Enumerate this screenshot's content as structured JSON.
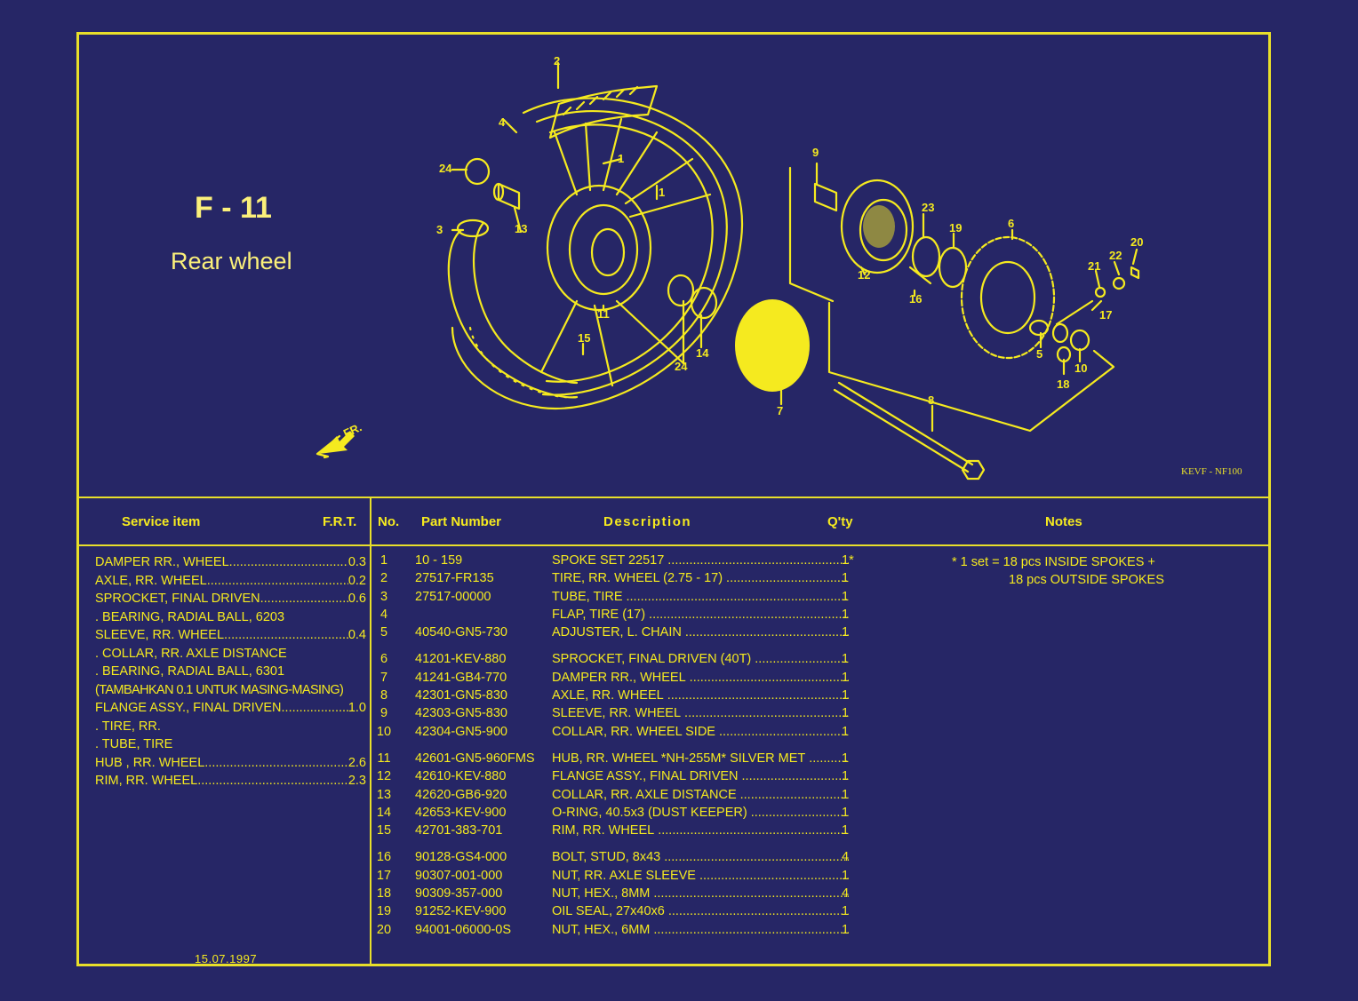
{
  "page": {
    "code": "F - 11",
    "name": "Rear wheel",
    "diagram_code": "KEVF - NF100",
    "front_label": "FR.",
    "date": "15.07.1997"
  },
  "headers": {
    "service_item": "Service item",
    "frt": "F.R.T.",
    "no": "No.",
    "part_number": "Part Number",
    "description": "Description",
    "qty": "Q'ty",
    "notes": "Notes"
  },
  "service_items": [
    {
      "label": "DAMPER RR., WHEEL",
      "frt": "0.3"
    },
    {
      "label": "AXLE, RR. WHEEL",
      "frt": "0.2"
    },
    {
      "label": "SPROCKET, FINAL DRIVEN",
      "frt": "0.6"
    },
    {
      "label": ". BEARING, RADIAL BALL, 6203",
      "frt": ""
    },
    {
      "label": "SLEEVE, RR. WHEEL",
      "frt": "0.4"
    },
    {
      "label": ". COLLAR, RR. AXLE DISTANCE",
      "frt": ""
    },
    {
      "label": ". BEARING, RADIAL BALL, 6301",
      "frt": ""
    },
    {
      "label": "(TAMBAHKAN 0.1 UNTUK MASING-MASING)",
      "frt": ""
    },
    {
      "label": "FLANGE ASSY., FINAL DRIVEN",
      "frt": "1.0"
    },
    {
      "label": ". TIRE, RR.",
      "frt": ""
    },
    {
      "label": ". TUBE, TIRE",
      "frt": ""
    },
    {
      "label": "HUB , RR. WHEEL",
      "frt": "2.6"
    },
    {
      "label": "RIM, RR. WHEEL",
      "frt": "2.3"
    }
  ],
  "parts_groups": [
    [
      {
        "no": "1",
        "part": "10 - 159",
        "desc": "SPOKE SET 22517",
        "qty": "1*"
      },
      {
        "no": "2",
        "part": "27517-FR135",
        "desc": "TIRE, RR. WHEEL (2.75 - 17)",
        "qty": "1"
      },
      {
        "no": "3",
        "part": "27517-00000",
        "desc": "TUBE, TIRE",
        "qty": "1"
      },
      {
        "no": "4",
        "part": "",
        "desc": "FLAP, TIRE  (17)",
        "qty": "1"
      },
      {
        "no": "5",
        "part": "40540-GN5-730",
        "desc": "ADJUSTER, L. CHAIN",
        "qty": "1"
      }
    ],
    [
      {
        "no": "6",
        "part": "41201-KEV-880",
        "desc": "SPROCKET, FINAL DRIVEN (40T)",
        "qty": "1"
      },
      {
        "no": "7",
        "part": "41241-GB4-770",
        "desc": "DAMPER RR., WHEEL",
        "qty": "1"
      },
      {
        "no": "8",
        "part": "42301-GN5-830",
        "desc": "AXLE, RR. WHEEL",
        "qty": "1"
      },
      {
        "no": "9",
        "part": "42303-GN5-830",
        "desc": "SLEEVE, RR. WHEEL",
        "qty": "1"
      },
      {
        "no": "10",
        "part": "42304-GN5-900",
        "desc": "COLLAR, RR. WHEEL SIDE",
        "qty": "1"
      }
    ],
    [
      {
        "no": "11",
        "part": "42601-GN5-960FMS",
        "desc": "HUB, RR. WHEEL *NH-255M* SILVER MET",
        "qty": "1"
      },
      {
        "no": "12",
        "part": "42610-KEV-880",
        "desc": "FLANGE ASSY., FINAL DRIVEN",
        "qty": "1"
      },
      {
        "no": "13",
        "part": "42620-GB6-920",
        "desc": "COLLAR, RR. AXLE DISTANCE",
        "qty": "1"
      },
      {
        "no": "14",
        "part": "42653-KEV-900",
        "desc": "O-RING, 40.5x3 (DUST KEEPER)",
        "qty": "1"
      },
      {
        "no": "15",
        "part": "42701-383-701",
        "desc": "RIM, RR. WHEEL",
        "qty": "1"
      }
    ],
    [
      {
        "no": "16",
        "part": "90128-GS4-000",
        "desc": "BOLT, STUD, 8x43",
        "qty": "4"
      },
      {
        "no": "17",
        "part": "90307-001-000",
        "desc": "NUT, RR. AXLE SLEEVE",
        "qty": "1"
      },
      {
        "no": "18",
        "part": "90309-357-000",
        "desc": "NUT, HEX., 8MM",
        "qty": "4"
      },
      {
        "no": "19",
        "part": "91252-KEV-900",
        "desc": "OIL SEAL, 27x40x6",
        "qty": "1"
      },
      {
        "no": "20",
        "part": "94001-06000-0S",
        "desc": "NUT, HEX., 6MM",
        "qty": "1"
      }
    ]
  ],
  "notes": {
    "line1": "* 1 set = 18 pcs INSIDE SPOKES +",
    "line2": "18 pcs OUTSIDE SPOKES"
  },
  "callouts": [
    "1",
    "2",
    "3",
    "4",
    "5",
    "6",
    "7",
    "8",
    "9",
    "10",
    "11",
    "12",
    "13",
    "14",
    "15",
    "16",
    "17",
    "18",
    "19",
    "20",
    "21",
    "22",
    "23",
    "24"
  ],
  "colors": {
    "background": "#262666",
    "line": "#e8df2a",
    "text": "#f5ea1f"
  }
}
